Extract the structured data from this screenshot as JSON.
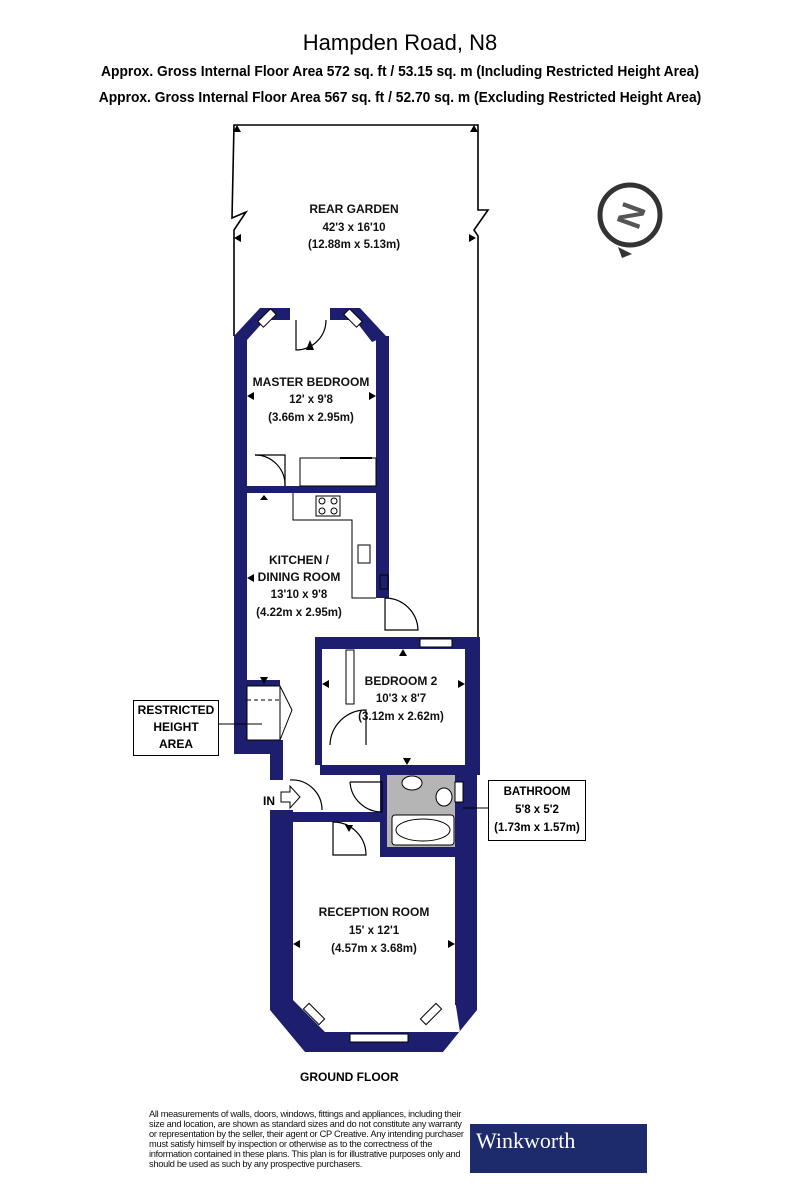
{
  "header": {
    "title": "Hampden Road, N8",
    "area_including": "Approx. Gross Internal Floor Area 572 sq. ft / 53.15 sq. m (Including Restricted Height Area)",
    "area_excluding": "Approx. Gross Internal Floor Area 567 sq. ft / 52.70 sq. m (Excluding Restricted Height Area)"
  },
  "rooms": {
    "rear_garden": {
      "name": "REAR GARDEN",
      "imperial": "42'3 x 16'10",
      "metric": "(12.88m x 5.13m)"
    },
    "master_bedroom": {
      "name": "MASTER BEDROOM",
      "imperial": "12' x 9'8",
      "metric": "(3.66m x 2.95m)"
    },
    "kitchen": {
      "name_line1": "KITCHEN /",
      "name_line2": "DINING ROOM",
      "imperial": "13'10 x 9'8",
      "metric": "(4.22m x 2.95m)"
    },
    "bedroom2": {
      "name": "BEDROOM 2",
      "imperial": "10'3 x 8'7",
      "metric": "(3.12m x 2.62m)"
    },
    "bathroom": {
      "name": "BATHROOM",
      "imperial": "5'8 x 5'2",
      "metric": "(1.73m x 1.57m)"
    },
    "reception": {
      "name": "RECEPTION ROOM",
      "imperial": "15' x 12'1",
      "metric": "(4.57m x 3.68m)"
    }
  },
  "restricted": {
    "line1": "RESTRICTED",
    "line2": "HEIGHT",
    "line3": "AREA"
  },
  "entrance": "IN",
  "compass": "N",
  "floor_label": "GROUND FLOOR",
  "disclaimer": "All measurements of walls, doors, windows, fittings and appliances, including their size and location, are shown as standard sizes and do not constitute any warranty or representation by the seller, their agent or CP Creative. Any intending purchaser must satisfy himself by inspection or otherwise as to the correctness of the information contained in these plans. This plan is for illustrative purposes only and should be used as such by any prospective purchasers.",
  "logo": "Winkworth",
  "colors": {
    "wall": "#1d1f6e",
    "bathroom_fill": "#b5b5b5",
    "logo_bg": "#1d2a6b"
  }
}
